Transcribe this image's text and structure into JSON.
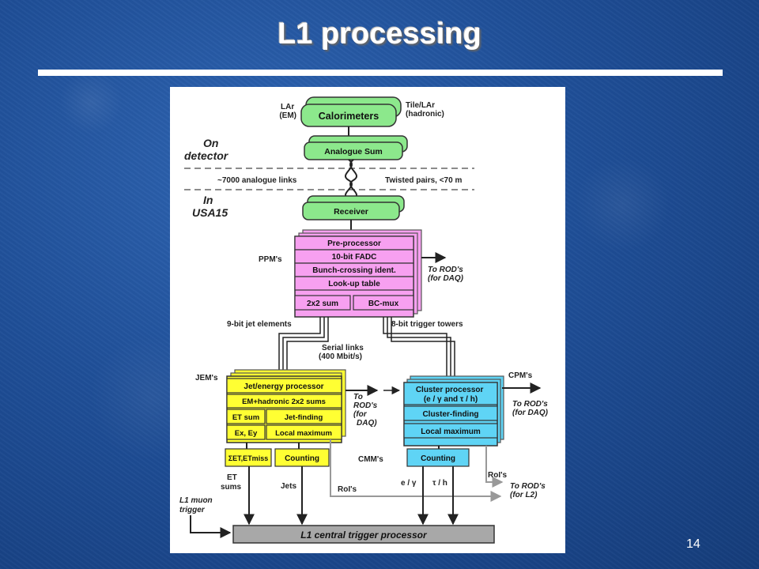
{
  "slide": {
    "title": "L1 processing",
    "page_number": "14"
  },
  "colors": {
    "background": "#1f4f98",
    "green": "#8ce88c",
    "pink": "#f7a0f0",
    "yellow": "#ffff33",
    "cyan": "#5fd4f5",
    "gray": "#a8a8a8"
  },
  "diagram": {
    "calorimeters": "Calorimeters",
    "lar_em": [
      "LAr",
      "(EM)"
    ],
    "tile_lar": [
      "Tile/LAr",
      "(hadronic)"
    ],
    "on_detector": [
      "On",
      "detector"
    ],
    "analogue_sum": "Analogue Sum",
    "links_left": "~7000 analogue links",
    "links_right": "Twisted pairs, <70 m",
    "in_usa15": [
      "In",
      "USA15"
    ],
    "receiver": "Receiver",
    "ppm_label": "PPM's",
    "ppm_rows": [
      "Pre-processor",
      "10-bit FADC",
      "Bunch-crossing ident.",
      "Look-up table"
    ],
    "ppm_bottom": [
      "2x2 sum",
      "BC-mux"
    ],
    "to_rod_daq": [
      "To ROD's",
      "(for DAQ)"
    ],
    "jet_elements": "9-bit jet elements",
    "trigger_towers": "8-bit trigger towers",
    "serial_links": [
      "Serial links",
      "(400 Mbit/s)"
    ],
    "jem_label": "JEM's",
    "jem_title": "Jet/energy processor",
    "jem_sub": "EM+hadronic 2x2 sums",
    "jem_et_sum": "ET sum",
    "jem_jet_finding": "Jet-finding",
    "jem_ex_ey": "Ex, Ey",
    "jem_local_max": "Local maximum",
    "jem_to_rod": [
      "To",
      "ROD's",
      "(for",
      "DAQ)"
    ],
    "cpm_label": "CPM's",
    "cpm_title": [
      "Cluster processor",
      "(e / γ and τ / h)"
    ],
    "cpm_cluster_finding": "Cluster-finding",
    "cpm_local_max": "Local maximum",
    "cpm_to_rod": [
      "To ROD's",
      "(for DAQ)"
    ],
    "cmm_label": "CMM's",
    "jem_cmm_sums": "ΣET,ETmiss",
    "jem_counting": "Counting",
    "cpm_counting": "Counting",
    "et_sums": [
      "ET",
      "sums"
    ],
    "jets": "Jets",
    "rois_left": "RoI's",
    "e_gamma": "e / γ",
    "tau_h": "τ / h",
    "rois_right": "RoI's",
    "to_rod_l2": [
      "To ROD's",
      "(for L2)"
    ],
    "l1_muon": [
      "L1 muon",
      "trigger"
    ],
    "ctp": "L1 central trigger processor"
  }
}
